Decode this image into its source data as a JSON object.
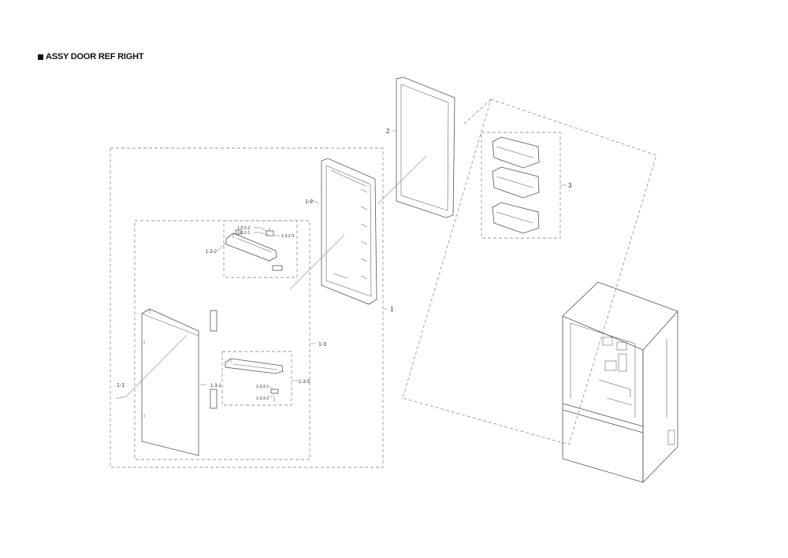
{
  "title": "ASSY DOOR REF RIGHT",
  "callouts": {
    "c1": "1",
    "c1_1": "1-1",
    "c1_2": "1-2",
    "c1_3": "1-3",
    "c1_3_1": "1-3-1",
    "c1_3_2": "1-3-2",
    "c1_3_2_1": "1-3-2-1",
    "c1_3_2_2": "1-3-2-2",
    "c1_3_2_3": "1-3-2-3",
    "c1_3_3": "1-3-3",
    "c1_3_3_1": "1-3-3-1",
    "c1_3_3_2": "1-3-3-2",
    "c2": "2",
    "c3": "3"
  },
  "icons": {
    "title_marker": "black-square-icon"
  }
}
